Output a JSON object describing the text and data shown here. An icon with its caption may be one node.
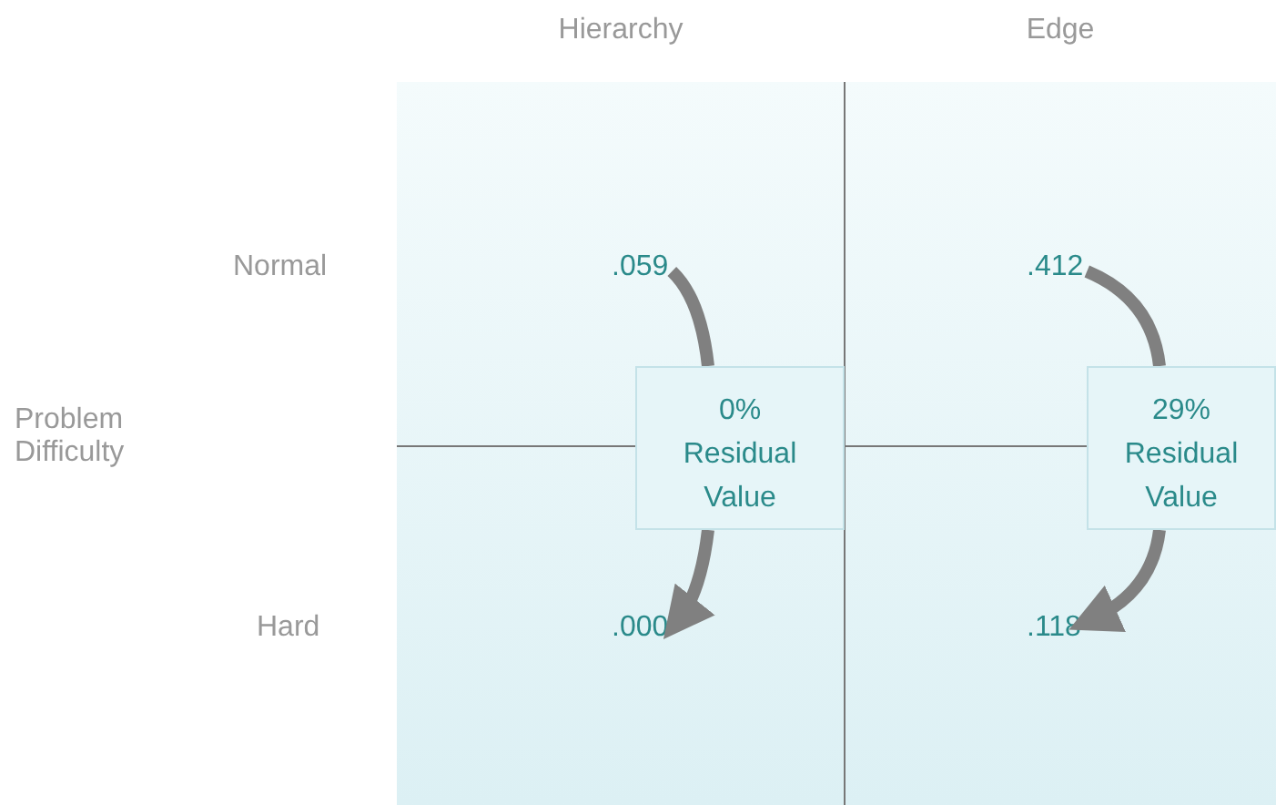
{
  "diagram": {
    "nodes": [
      {
        "text": [
          "Hierarchy"
        ]
      },
      {
        "text": [
          ".059"
        ],
        "in": 0
      },
      {
        "text": [
          "0% Residual Value"
        ],
        "in": 0
      },
      {
        "text": [
          ".000"
        ],
        "in": 0
      },
      {
        "text": [
          "Edge"
        ]
      },
      {
        "text": [
          ".412"
        ],
        "in": 4
      },
      {
        "text": [
          "29% Residual Value"
        ],
        "in": 4
      },
      {
        "text": [
          ".118"
        ],
        "in": 4
      }
    ],
    "edges": [
      {
        "from": 1,
        "to": 2,
        "arrow": "none"
      },
      {
        "from": 2,
        "to": 3,
        "arrow": "to"
      },
      {
        "from": 5,
        "to": 6,
        "arrow": "none"
      },
      {
        "from": 6,
        "to": 7,
        "arrow": "to"
      }
    ],
    "labels": [
      "Normal",
      "Problem Difficulty",
      "Hard"
    ]
  }
}
